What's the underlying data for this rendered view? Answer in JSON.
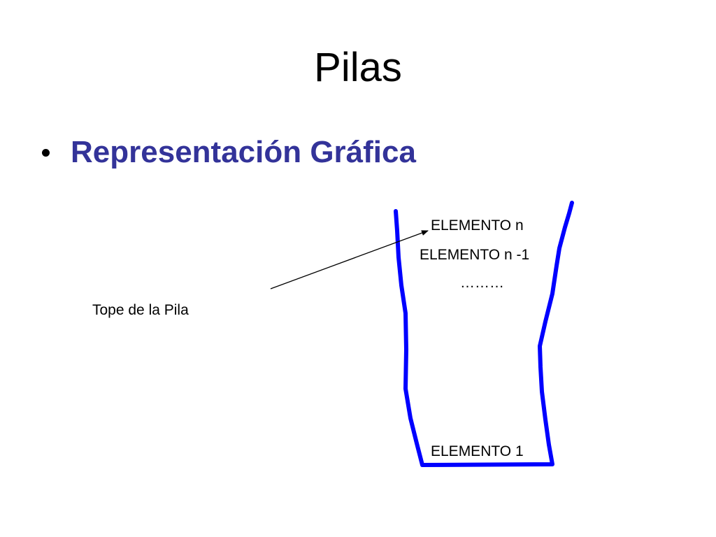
{
  "title": "Pilas",
  "bullet": {
    "text": "Representación Gráfica",
    "color": "#333399"
  },
  "stack": {
    "items": [
      "ELEMENTO n",
      "ELEMENTO n -1",
      "………",
      "ELEMENTO 1"
    ],
    "outline_color": "#0000ff"
  },
  "pointer_label": "Tope de la Pila"
}
